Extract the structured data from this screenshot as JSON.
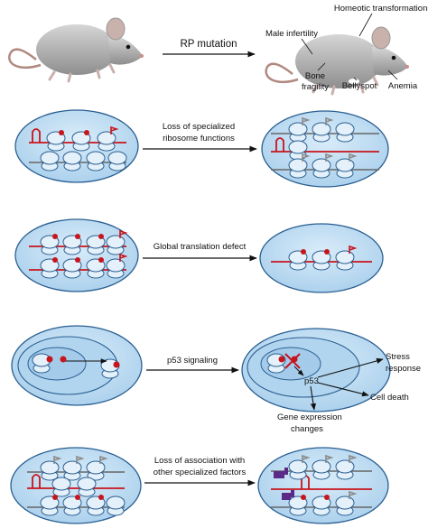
{
  "top": {
    "mutation_label": "RP mutation",
    "phenotypes": {
      "homeotic": "Homeotic transformations",
      "male_infertility": "Male infertility",
      "bone_fragility_line1": "Bone",
      "bone_fragility_line2": "fragility",
      "bellyspot": "Bellyspot",
      "anemia": "Anemia"
    }
  },
  "rows": [
    {
      "label_line1": "Loss of specialized",
      "label_line2": "ribosome functions"
    },
    {
      "label_line1": "Global translation defect"
    },
    {
      "label_line1": "p53 signaling"
    },
    {
      "label_line1": "Loss of association with",
      "label_line2": "other specialized factors"
    }
  ],
  "p53": {
    "center": "p53",
    "stress_line1": "Stress",
    "stress_line2": "response",
    "cell_death": "Cell death",
    "gene_line1": "Gene expression",
    "gene_line2": "changes"
  },
  "colors": {
    "cell_fill": "#bfdcf2",
    "cell_stroke": "#2a5f91",
    "ribosome_fill": "#e4f1fb",
    "ribosome_stroke": "#2a5f91",
    "mrna_red": "#c8141b",
    "mrna_grey": "#666666",
    "factor_red": "#c8141b",
    "factor_purple": "#5b2a86",
    "mouse_body": "#b4b4b4"
  }
}
